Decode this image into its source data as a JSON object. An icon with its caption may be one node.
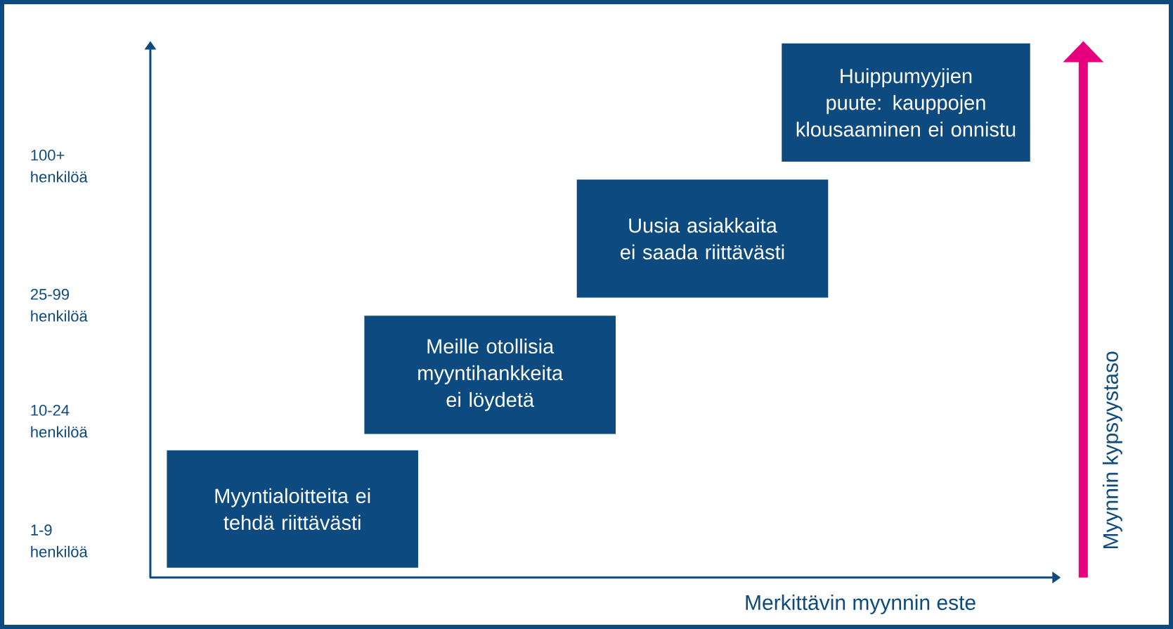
{
  "diagram": {
    "nodes": [
      {
        "text": [
          "Myyntialoitteita ei tehdä riittävästi"
        ]
      },
      {
        "text": [
          "Meille otollisia myyntihankkeita ei löydetä"
        ]
      },
      {
        "text": [
          "Uusia asiakkaita ei saada riittävästi"
        ]
      },
      {
        "text": [
          "Huippumyyjien puute: kauppojen klousaaminen ei onnistu"
        ]
      }
    ],
    "labels": [
      "100+ henkilöä",
      "25-99 henkilöä",
      "10-24 henkilöä",
      "1-9 henkilöä",
      "Merkittävin myynnin este",
      "Myynnin kypsyystaso"
    ]
  }
}
